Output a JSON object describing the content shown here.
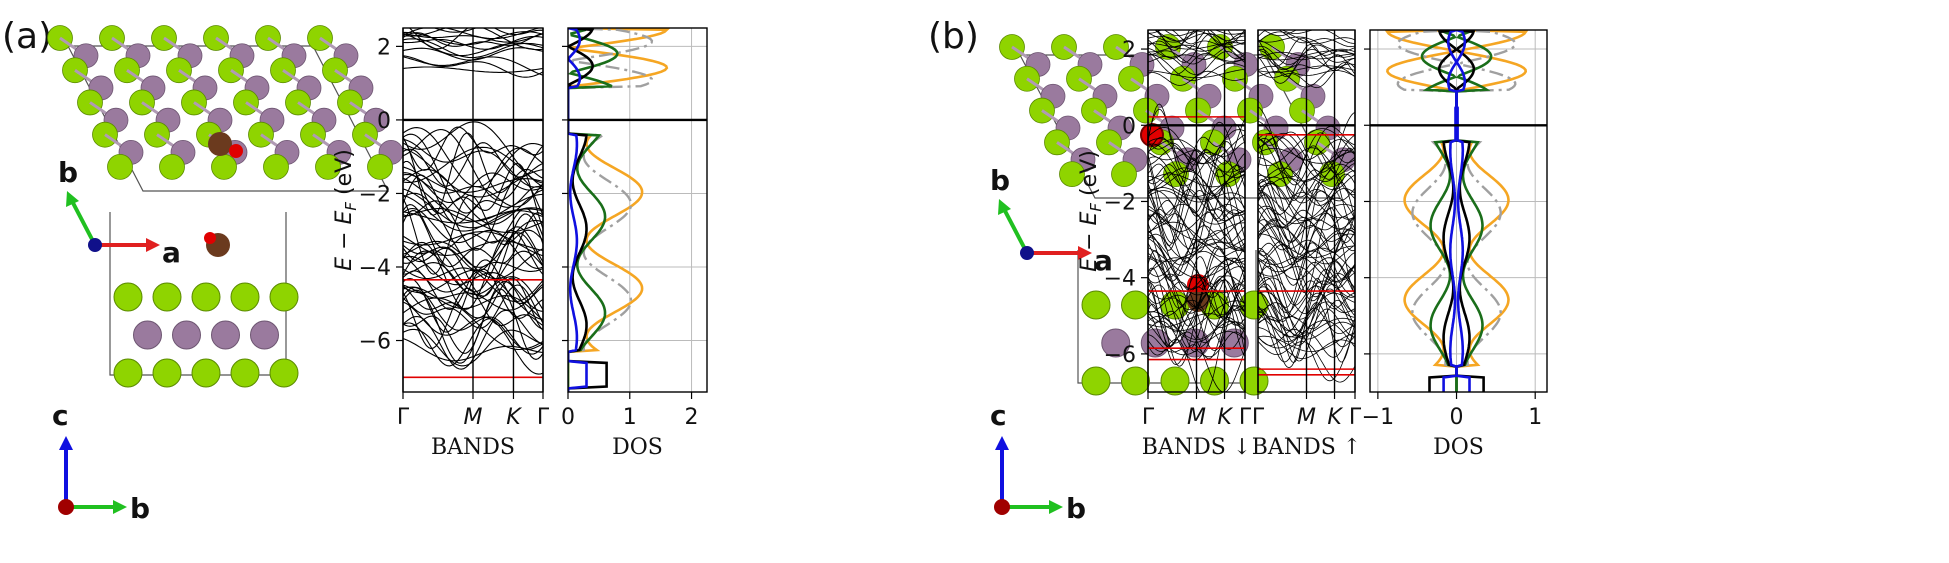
{
  "figure": {
    "panel_a_label": "(a)",
    "panel_b_label": "(b)"
  },
  "structures": {
    "top_axes": {
      "a": "a",
      "b": "b"
    },
    "side_axes": {
      "c": "c",
      "b": "b"
    },
    "colors": {
      "Mo": "#9a7a9e",
      "S": "#8fd400",
      "C": "#6b3a1e",
      "O": "#e00000"
    }
  },
  "chart_data": [
    {
      "id": "a_bands",
      "type": "line",
      "xlabel": "BANDS",
      "ylabel": "E − E_F (eV)",
      "ylim": [
        -7.4,
        2.5
      ],
      "yticks": [
        2,
        0,
        -2,
        -4,
        -6
      ],
      "kpoint_labels": [
        "Γ",
        "M",
        "K",
        "Γ"
      ],
      "kpoint_positions": [
        0,
        0.5,
        0.789,
        1.0
      ],
      "fermi_level": 0,
      "defect_bands": [
        -4.35,
        -7.0
      ],
      "band_color": "#000000",
      "defect_band_color": "#e00000"
    },
    {
      "id": "a_dos",
      "type": "line",
      "xlabel": "DOS",
      "xlim": [
        0,
        2.25
      ],
      "xticks": [
        0,
        1,
        2
      ],
      "ylim": [
        -7.4,
        2.5
      ],
      "series": [
        {
          "color": "#f5a623",
          "style": "solid"
        },
        {
          "color": "#a0a0a0",
          "style": "dashdot"
        },
        {
          "color": "#1a6e1a",
          "style": "solid"
        },
        {
          "color": "#000000",
          "style": "solid"
        },
        {
          "color": "#1010e0",
          "style": "solid"
        }
      ]
    },
    {
      "id": "b_bands_down",
      "type": "line",
      "xlabel": "BANDS ↓",
      "ylabel": "E − E_F (eV)",
      "ylim": [
        -7.0,
        2.5
      ],
      "yticks": [
        2,
        0,
        -2,
        -4,
        -6
      ],
      "kpoint_labels": [
        "Γ",
        "M",
        "K",
        "Γ"
      ],
      "kpoint_positions": [
        0,
        0.5,
        0.789,
        1.0
      ],
      "defect_bands": [
        0.22,
        -4.35,
        -5.85,
        -6.15
      ],
      "band_color": "#000000",
      "defect_band_color": "#e00000"
    },
    {
      "id": "b_bands_up",
      "type": "line",
      "xlabel": "BANDS ↑",
      "ylim": [
        -7.0,
        2.5
      ],
      "kpoint_labels": [
        "Γ",
        "M",
        "K",
        "Γ"
      ],
      "kpoint_positions": [
        0,
        0.5,
        0.789,
        1.0
      ],
      "defect_bands": [
        -0.25,
        -4.35,
        -6.4,
        -6.55
      ],
      "band_color": "#000000",
      "defect_band_color": "#e00000"
    },
    {
      "id": "b_dos",
      "type": "line",
      "xlabel": "DOS",
      "xlim": [
        -1.1,
        1.15
      ],
      "xticks": [
        -1,
        0,
        1
      ],
      "ylim": [
        -7.0,
        2.5
      ],
      "series": [
        {
          "color": "#f5a623",
          "style": "solid"
        },
        {
          "color": "#a0a0a0",
          "style": "dashdot"
        },
        {
          "color": "#1a6e1a",
          "style": "solid"
        },
        {
          "color": "#000000",
          "style": "solid"
        },
        {
          "color": "#1010e0",
          "style": "solid"
        }
      ]
    }
  ]
}
